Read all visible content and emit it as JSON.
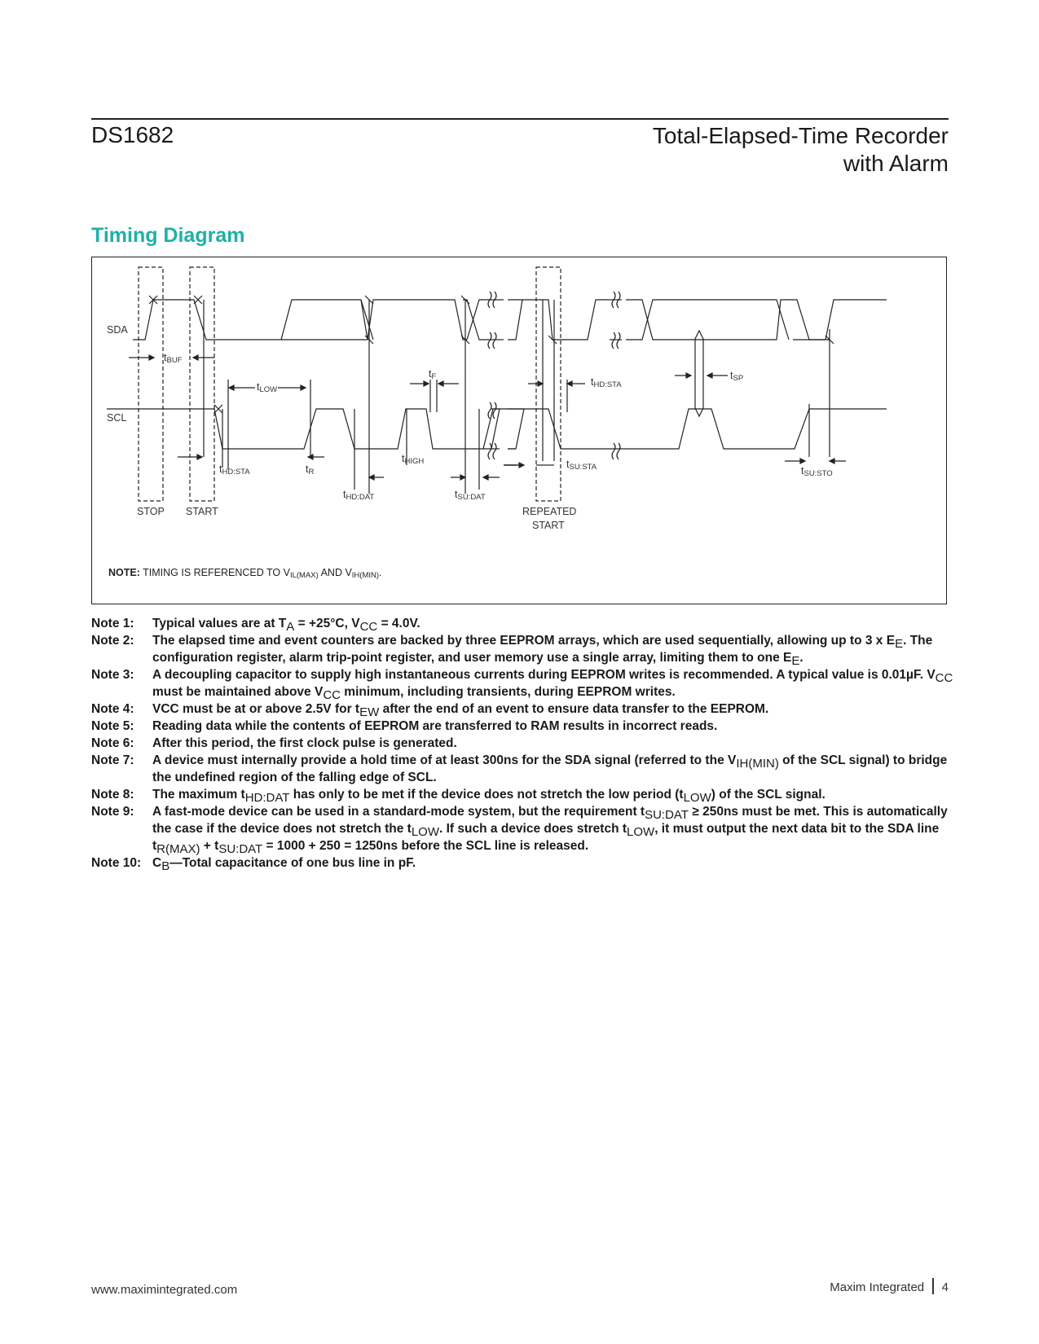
{
  "header": {
    "doc_id": "DS1682",
    "title_line1": "Total-Elapsed-Time Recorder",
    "title_line2": "with Alarm"
  },
  "section_title": "Timing Diagram",
  "diagram": {
    "sda_label": "SDA",
    "scl_label": "SCL",
    "t_buf": "t",
    "t_buf_sub": "BUF",
    "t_low": "t",
    "t_low_sub": "LOW",
    "t_f": "t",
    "t_f_sub": "F",
    "t_hd_sta_1": "t",
    "t_hd_sta_1_sub": "HD:STA",
    "t_hd_sta_2": "t",
    "t_hd_sta_2_sub": "HD:STA",
    "t_sp": "t",
    "t_sp_sub": "SP",
    "t_r": "t",
    "t_r_sub": "R",
    "t_high": "t",
    "t_high_sub": "HIGH",
    "t_hd_dat": "t",
    "t_hd_dat_sub": "HD:DAT",
    "t_su_dat": "t",
    "t_su_dat_sub": "SU:DAT",
    "t_su_sta": "t",
    "t_su_sta_sub": "SU:STA",
    "t_su_sto": "t",
    "t_su_sto_sub": "SU:STO",
    "stop": "STOP",
    "start": "START",
    "repeated_start_1": "REPEATED",
    "repeated_start_2": "START",
    "note_label": "NOTE:",
    "note_text_1": "TIMING IS REFERENCED TO V",
    "note_sub_1": "IL(MAX)",
    "note_text_2": " AND V",
    "note_sub_2": "IH(MIN)",
    "note_text_3": "."
  },
  "notes": [
    {
      "label": "Note 1:",
      "parts": [
        "Typical values are at T",
        {
          "sub": "A"
        },
        " = +25°C, V",
        {
          "sub": "CC"
        },
        " = 4.0V."
      ]
    },
    {
      "label": "Note 2:",
      "parts": [
        "The elapsed time and event counters are backed by three EEPROM arrays, which are used sequentially, allowing up to 3 x E",
        {
          "sub": "E"
        },
        ". The configuration register, alarm trip-point register, and user memory use a single array, limiting them to one E",
        {
          "sub": "E"
        },
        "."
      ]
    },
    {
      "label": "Note 3:",
      "parts": [
        "A decoupling capacitor to supply high instantaneous currents during EEPROM writes is recommended. A typical value is 0.01µF. V",
        {
          "sub": "CC"
        },
        " must be maintained above V",
        {
          "sub": "CC"
        },
        " minimum, including transients, during EEPROM writes."
      ]
    },
    {
      "label": "Note 4:",
      "parts": [
        "VCC must be at or above 2.5V for t",
        {
          "sub": "EW"
        },
        " after the end of an event to ensure data transfer to the EEPROM."
      ]
    },
    {
      "label": "Note 5:",
      "parts": [
        "Reading data while the contents of EEPROM are transferred to RAM results in incorrect reads."
      ]
    },
    {
      "label": "Note 6:",
      "parts": [
        "After this period, the first clock pulse is generated."
      ]
    },
    {
      "label": "Note 7:",
      "parts": [
        "A device must internally provide a hold time of at least 300ns for the SDA signal (referred to the V",
        {
          "sub": "IH(MIN)"
        },
        " of the SCL signal) to bridge the undefined region of the falling edge of SCL."
      ]
    },
    {
      "label": "Note 8:",
      "parts": [
        "The maximum t",
        {
          "sub": "HD:DAT"
        },
        " has only to be met if the device does not stretch the low period (t",
        {
          "sub": "LOW"
        },
        ") of the SCL signal."
      ]
    },
    {
      "label": "Note 9:",
      "parts": [
        "A fast-mode device can be used in a standard-mode system, but the requirement t",
        {
          "sub": "SU:DAT"
        },
        " ≥ 250ns must be met. This is automatically the case if the device does not stretch the t",
        {
          "sub": "LOW"
        },
        ". If such a device does stretch t",
        {
          "sub": "LOW"
        },
        ", it must output the next data bit to the SDA line t",
        {
          "sub": "R(MAX)"
        },
        " + t",
        {
          "sub": "SU:DAT"
        },
        " = 1000 + 250 = 1250ns before the SCL line is released."
      ]
    },
    {
      "label": "Note 10:",
      "parts": [
        "C",
        {
          "sub": "B"
        },
        "—Total capacitance of one bus line in pF."
      ]
    }
  ],
  "footer": {
    "url": "www.maximintegrated.com",
    "company": "Maxim Integrated",
    "page": "4"
  }
}
